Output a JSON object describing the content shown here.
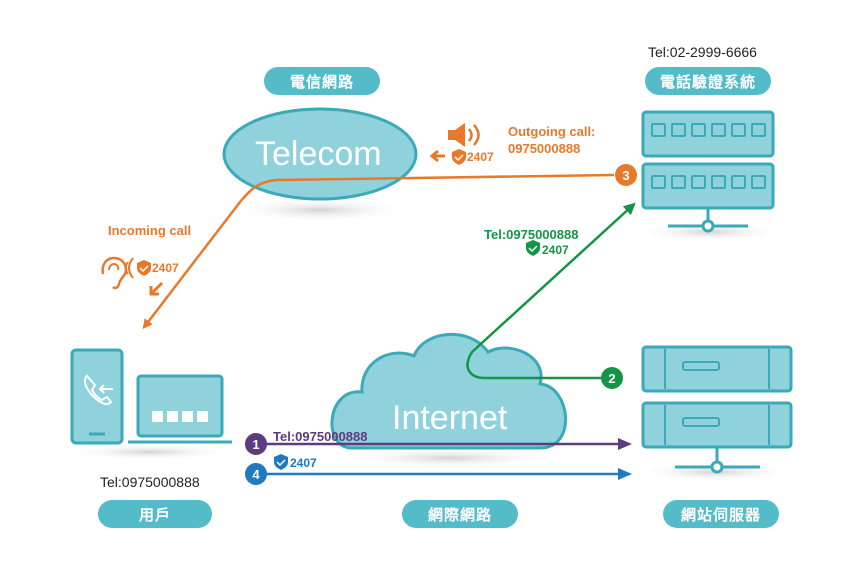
{
  "nodes": {
    "telecom": {
      "tag": "電信網路",
      "label": "Telecom"
    },
    "verify": {
      "tag": "電話驗證系統",
      "tel": "Tel:02-2999-6666"
    },
    "user": {
      "tag": "用戶",
      "tel": "Tel:0975000888"
    },
    "internet": {
      "tag": "網際網路",
      "label": "Internet"
    },
    "webserver": {
      "tag": "網站伺服器"
    }
  },
  "flows": {
    "outgoing": {
      "title": "Outgoing call:",
      "number": "0975000888",
      "code": "2407"
    },
    "incoming": {
      "title": "Incoming call",
      "code": "2407"
    },
    "to_verify": {
      "tel": "Tel:0975000888",
      "code": "2407"
    },
    "step1": {
      "num": "1",
      "tel": "Tel:0975000888"
    },
    "step2": {
      "num": "2"
    },
    "step3": {
      "num": "3"
    },
    "step4": {
      "num": "4",
      "code": "2407"
    }
  },
  "colors": {
    "teal": "#54bcc9",
    "teal_light": "#8fd2dc",
    "orange": "#e8792b",
    "green": "#159447",
    "purple": "#5c3b80",
    "blue": "#1f7ac0"
  }
}
